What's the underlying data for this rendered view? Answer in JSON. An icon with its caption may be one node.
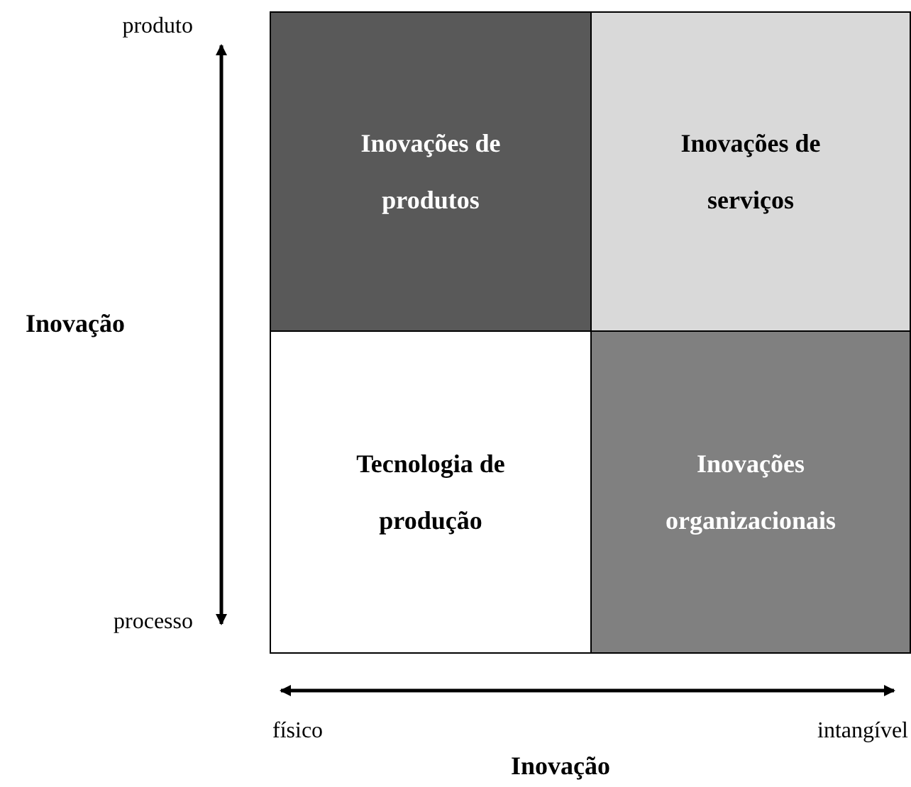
{
  "diagram": {
    "nodes": [
      {
        "text": [
          "Inovações de produtos"
        ]
      },
      {
        "text": [
          "Inovações de serviços"
        ]
      },
      {
        "text": [
          "Tecnologia de produção"
        ]
      },
      {
        "text": [
          "Inovações organizacionais"
        ]
      }
    ],
    "labels": [
      "produto",
      "Inovação",
      "processo",
      "físico",
      "intangível",
      "Inovação"
    ]
  }
}
